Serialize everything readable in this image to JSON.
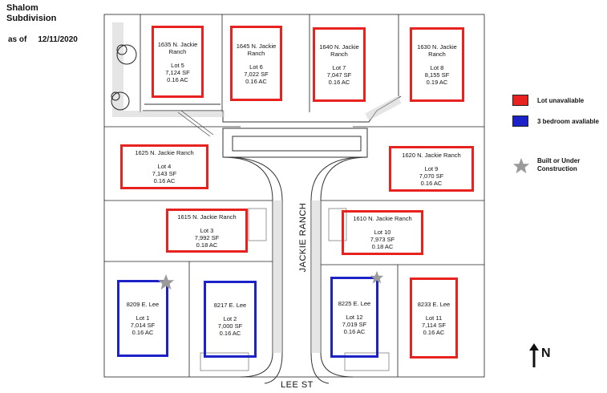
{
  "header": {
    "title_line1": "Shalom",
    "title_line2": "Subdivision",
    "as_of_label": "as of",
    "as_of_date": "12/11/2020"
  },
  "streets": {
    "main": "JACKIE RANCH",
    "bottom": "LEE ST"
  },
  "north_label": "N",
  "legend": [
    {
      "label": "Lot unavaliable",
      "color": "#e8231f",
      "icon": "red-square-icon"
    },
    {
      "label": "3 bedroom avaliable",
      "color": "#1d22c8",
      "icon": "blue-square-icon"
    },
    {
      "label": "Built or Under Construction",
      "color": "#999999",
      "icon": "star-icon"
    }
  ],
  "lots": [
    {
      "lot": "Lot 5",
      "address": "1635 N. Jackie Ranch",
      "sf": "7,124 SF",
      "ac": "0.16 AC",
      "status": "unavailable"
    },
    {
      "lot": "Lot 6",
      "address": "1645 N. Jackie Ranch",
      "sf": "7,022 SF",
      "ac": "0.16 AC",
      "status": "unavailable"
    },
    {
      "lot": "Lot 7",
      "address": "1640 N. Jackie Ranch",
      "sf": "7,047 SF",
      "ac": "0.16 AC",
      "status": "unavailable"
    },
    {
      "lot": "Lot 8",
      "address": "1630 N. Jackie Ranch",
      "sf": "8,155 SF",
      "ac": "0.19 AC",
      "status": "unavailable"
    },
    {
      "lot": "Lot 4",
      "address": "1625 N. Jackie Ranch",
      "sf": "7,143 SF",
      "ac": "0.16 AC",
      "status": "unavailable"
    },
    {
      "lot": "Lot 9",
      "address": "1620 N. Jackie Ranch",
      "sf": "7,070 SF",
      "ac": "0.16 AC",
      "status": "unavailable"
    },
    {
      "lot": "Lot 3",
      "address": "1615 N. Jackie Ranch",
      "sf": "7,992 SF",
      "ac": "0.18 AC",
      "status": "unavailable"
    },
    {
      "lot": "Lot 10",
      "address": "1610 N. Jackie Ranch",
      "sf": "7,973 SF",
      "ac": "0.18 AC",
      "status": "unavailable"
    },
    {
      "lot": "Lot 1",
      "address": "8209 E. Lee",
      "sf": "7,014 SF",
      "ac": "0.16 AC",
      "status": "available",
      "built": true
    },
    {
      "lot": "Lot 2",
      "address": "8217 E. Lee",
      "sf": "7,000 SF",
      "ac": "0.16 AC",
      "status": "available"
    },
    {
      "lot": "Lot 12",
      "address": "8225 E. Lee",
      "sf": "7,019 SF",
      "ac": "0.16 AC",
      "status": "available",
      "built": true
    },
    {
      "lot": "Lot 11",
      "address": "8233 E. Lee",
      "sf": "7,114 SF",
      "ac": "0.16 AC",
      "status": "unavailable"
    }
  ]
}
